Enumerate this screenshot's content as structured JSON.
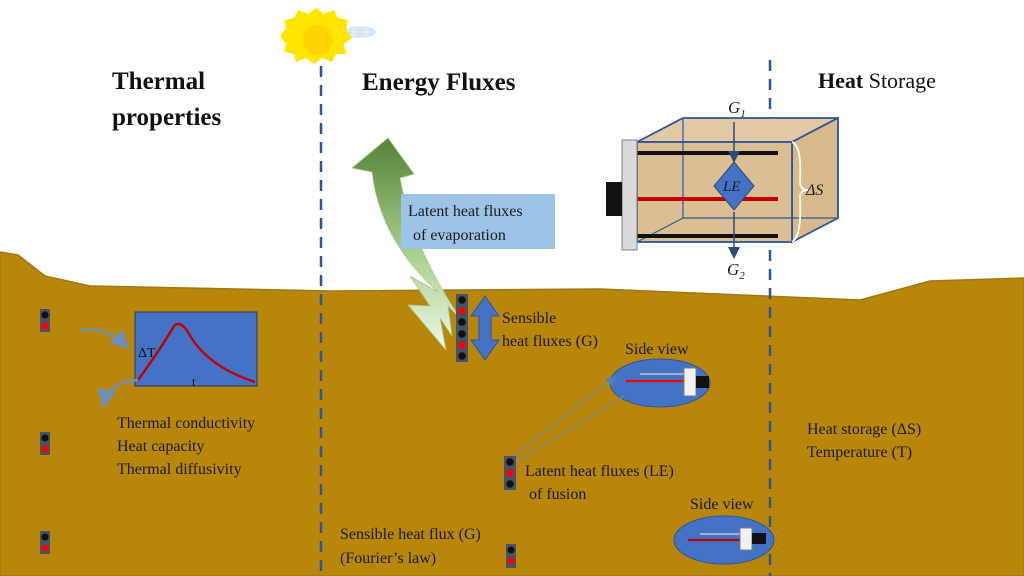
{
  "headings": {
    "thermal_line1": "Thermal",
    "thermal_line2": "properties",
    "energy": "Energy Fluxes",
    "heat_bold": "Heat",
    "heat_rest": " Storage"
  },
  "boxes": {
    "latent_evap_line1": "Latent heat fluxes",
    "latent_evap_line2": "of evaporation"
  },
  "labels": {
    "sensible_line1": "Sensible",
    "sensible_line2": "heat fluxes (G)",
    "side_view_1": "Side view",
    "side_view_2": "Side view",
    "latent_fusion_line1": "Latent heat fluxes (LE)",
    "latent_fusion_line2": "of fusion",
    "thermal_conductivity": "Thermal conductivity",
    "heat_capacity": "Heat capacity",
    "thermal_diffusivity": "Thermal diffusivity",
    "heat_storage_line1": "Heat storage (ΔS)",
    "heat_storage_line2": "Temperature (T)",
    "sensible_flux_line1": "Sensible heat flux (G)",
    "sensible_flux_line2": "(Fourier’s law)"
  },
  "graph": {
    "y_label": "ΔT",
    "x_label": "t"
  },
  "box3d": {
    "g1_main": "G",
    "g1_sub": "1",
    "g2_main": "G",
    "g2_sub": "2",
    "le": "LE",
    "delta_s": "ΔS"
  },
  "colors": {
    "soil": "#b8860b",
    "soil_edge": "#9c7410",
    "blue": "#4472c4",
    "light_blue": "#9dc3e6",
    "red": "#c00000",
    "green_dark": "#548235",
    "green_light": "#e2f0d9",
    "sun": "#ffe600",
    "dash": "#2e5597"
  }
}
